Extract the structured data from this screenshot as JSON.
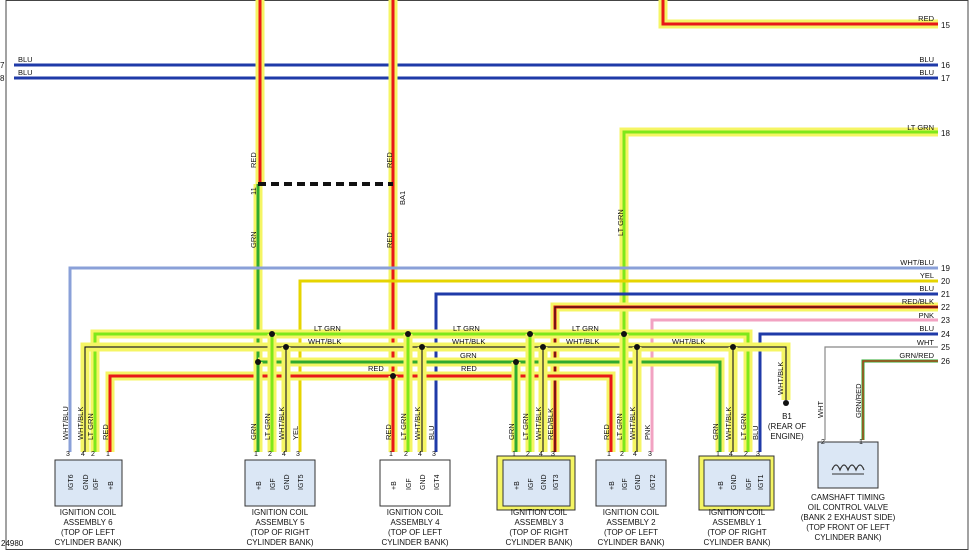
{
  "diagram_id": "24980",
  "colors": {
    "RED": "#e81818",
    "YEL": "#f2f21a",
    "GRN": "#2faa2f",
    "LT GRN": "#7ee81a",
    "BLU": "#1f3aa8",
    "WHT": "#ffffff",
    "BLK": "#111111",
    "PNK": "#f2a2c2",
    "highlight": "#f5f564"
  },
  "right_connectors": [
    {
      "pin": "15",
      "wire": "RED"
    },
    {
      "pin": "16",
      "wire": "BLU"
    },
    {
      "pin": "17",
      "wire": "BLU"
    },
    {
      "pin": "18",
      "wire": "LT GRN"
    },
    {
      "pin": "19",
      "wire": "WHT/BLU"
    },
    {
      "pin": "20",
      "wire": "YEL"
    },
    {
      "pin": "21",
      "wire": "BLU"
    },
    {
      "pin": "22",
      "wire": "RED/BLK"
    },
    {
      "pin": "23",
      "wire": "PNK"
    },
    {
      "pin": "24",
      "wire": "BLU"
    },
    {
      "pin": "25",
      "wire": "WHT"
    },
    {
      "pin": "26",
      "wire": "GRN/RED"
    }
  ],
  "left_connectors": [
    {
      "pin": "7",
      "wire": "BLU"
    },
    {
      "pin": "8",
      "wire": "BLU"
    }
  ],
  "splice": {
    "name": "BA1",
    "pin": "11",
    "vertical_wires": [
      "RED",
      "RED",
      "GRN",
      "RED",
      "LT GRN"
    ]
  },
  "bus_labels": [
    "LT GRN",
    "LT GRN",
    "LT GRN",
    "WHT/BLK",
    "WHT/BLK",
    "WHT/BLK",
    "WHT/BLK",
    "GRN",
    "RED",
    "RED"
  ],
  "ground": {
    "name": "B1",
    "note": "(REAR OF ENGINE)",
    "wire": "WHT/BLK"
  },
  "coils": [
    {
      "pins": [
        {
          "n": "3",
          "name": "IGT6",
          "wire": "WHT/BLU"
        },
        {
          "n": "4",
          "name": "GND",
          "wire": "WHT/BLK"
        },
        {
          "n": "2",
          "name": "IGF",
          "wire": "LT GRN"
        },
        {
          "n": "1",
          "name": "+B",
          "wire": "RED"
        }
      ],
      "caption": [
        "IGNITION COIL",
        "ASSEMBLY 6",
        "(TOP OF LEFT",
        "CYLINDER BANK)"
      ]
    },
    {
      "pins": [
        {
          "n": "1",
          "name": "+B",
          "wire": "GRN"
        },
        {
          "n": "2",
          "name": "IGF",
          "wire": "LT GRN"
        },
        {
          "n": "4",
          "name": "GND",
          "wire": "WHT/BLK"
        },
        {
          "n": "3",
          "name": "IGT5",
          "wire": "YEL"
        }
      ],
      "caption": [
        "IGNITION COIL",
        "ASSEMBLY 5",
        "(TOP OF RIGHT",
        "CYLINDER BANK)"
      ]
    },
    {
      "pins": [
        {
          "n": "1",
          "name": "+B",
          "wire": "RED"
        },
        {
          "n": "2",
          "name": "IGF",
          "wire": "LT GRN"
        },
        {
          "n": "4",
          "name": "GND",
          "wire": "WHT/BLK"
        },
        {
          "n": "3",
          "name": "IGT4",
          "wire": "BLU"
        }
      ],
      "caption": [
        "IGNITION COIL",
        "ASSEMBLY 4",
        "(TOP OF LEFT",
        "CYLINDER BANK)"
      ]
    },
    {
      "pins": [
        {
          "n": "1",
          "name": "+B",
          "wire": "GRN"
        },
        {
          "n": "2",
          "name": "IGF",
          "wire": "LT GRN"
        },
        {
          "n": "4",
          "name": "GND",
          "wire": "WHT/BLK"
        },
        {
          "n": "3",
          "name": "IGT3",
          "wire": "RED/BLK"
        }
      ],
      "caption": [
        "IGNITION COIL",
        "ASSEMBLY 3",
        "(TOP OF RIGHT",
        "CYLINDER BANK)"
      ]
    },
    {
      "pins": [
        {
          "n": "1",
          "name": "+B",
          "wire": "RED"
        },
        {
          "n": "2",
          "name": "IGF",
          "wire": "LT GRN"
        },
        {
          "n": "4",
          "name": "GND",
          "wire": "WHT/BLK"
        },
        {
          "n": "3",
          "name": "IGT2",
          "wire": "PNK"
        }
      ],
      "caption": [
        "IGNITION COIL",
        "ASSEMBLY 2",
        "(TOP OF LEFT",
        "CYLINDER BANK)"
      ]
    },
    {
      "pins": [
        {
          "n": "1",
          "name": "+B",
          "wire": "GRN"
        },
        {
          "n": "4",
          "name": "GND",
          "wire": "WHT/BLK"
        },
        {
          "n": "2",
          "name": "IGF",
          "wire": "LT GRN"
        },
        {
          "n": "3",
          "name": "IGT1",
          "wire": "BLU"
        }
      ],
      "caption": [
        "IGNITION COIL",
        "ASSEMBLY 1",
        "(TOP OF RIGHT",
        "CYLINDER BANK)"
      ]
    }
  ],
  "valve": {
    "pins": [
      {
        "n": "2",
        "wire": "WHT"
      },
      {
        "n": "1",
        "wire": "GRN/RED"
      }
    ],
    "caption": [
      "CAMSHAFT TIMING",
      "OIL CONTROL VALVE",
      "(BANK 2 EXHAUST SIDE)",
      "(TOP FRONT OF LEFT",
      "CYLINDER BANK)"
    ]
  }
}
